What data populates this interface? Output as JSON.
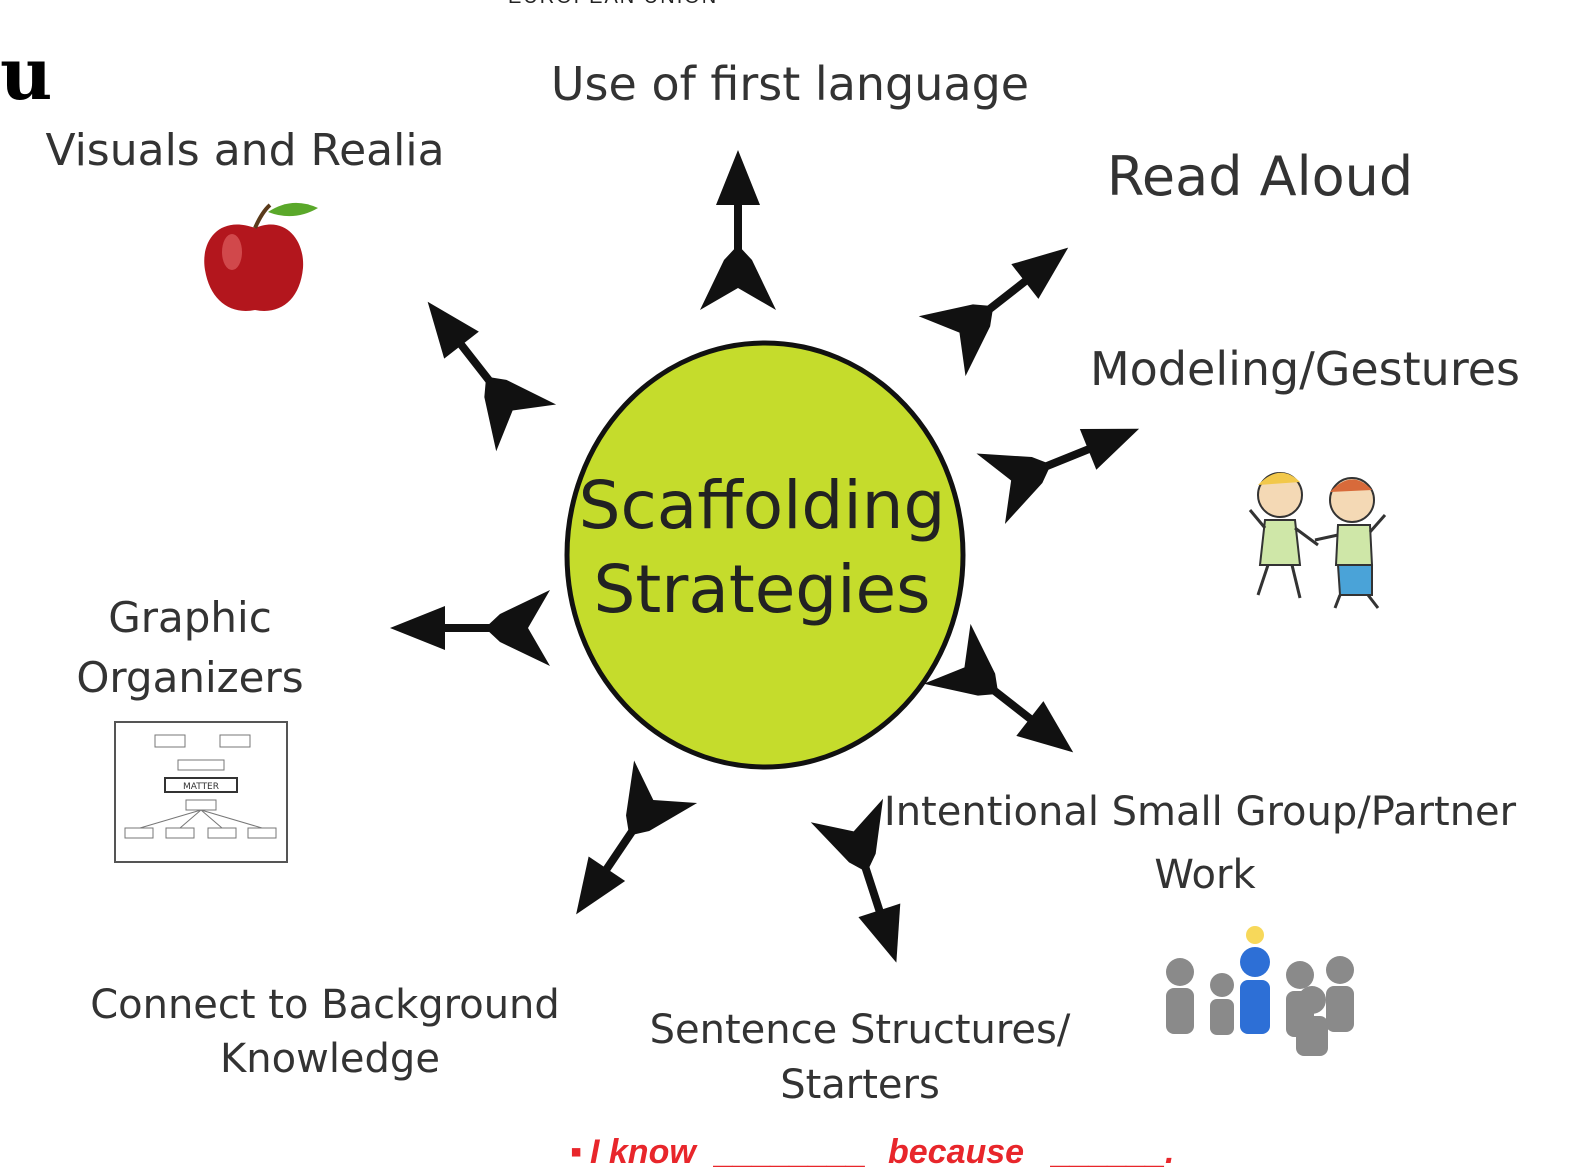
{
  "header": {
    "banner_text": "EUROPEAN UNION",
    "corner_letter": "u"
  },
  "center": {
    "line1": "Scaffolding",
    "line2": "Strategies",
    "fill_color": "#c5dc2c"
  },
  "strategies": {
    "first_language": "Use of first language",
    "visuals_realia": "Visuals and Realia",
    "read_aloud": "Read Aloud",
    "modeling_gestures": "Modeling/Gestures",
    "graphic_organizers_1": "Graphic",
    "graphic_organizers_2": "Organizers",
    "small_group_1": "Intentional Small Group/Partner",
    "small_group_2": "Work",
    "background_knowledge_1": "Connect to Background",
    "background_knowledge_2": "Knowledge",
    "sentence_structures_1": "Sentence Structures/",
    "sentence_structures_2": "Starters"
  },
  "footer": {
    "bullet": "▪",
    "part1": "I know",
    "blank1": "________",
    "part2": "because",
    "blank2": "______",
    "end": ".",
    "color": "#e8262b"
  },
  "graphic_organizer_icon": {
    "center_label": "MATTER"
  }
}
